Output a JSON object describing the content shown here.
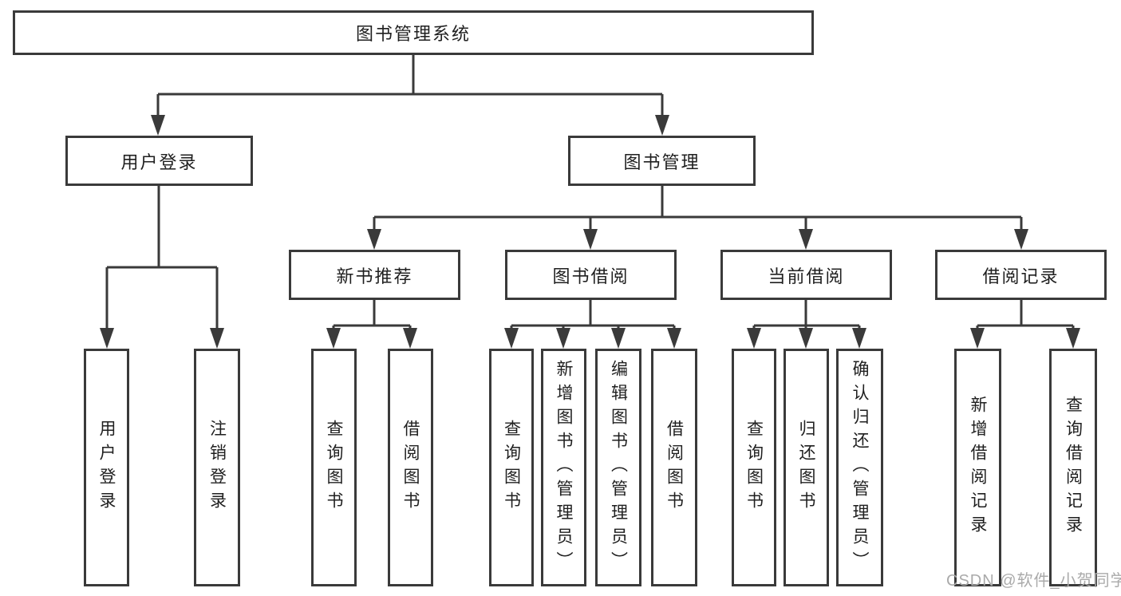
{
  "diagram_type": "hierarchy-tree",
  "colors": {
    "line": "#3a3a3a",
    "box_border": "#3a3a3a",
    "text": "#1f1f1f",
    "background": "#ffffff",
    "watermark": "#aaaaaa"
  },
  "tree": {
    "label": "图书管理系统",
    "children": [
      {
        "label": "用户登录",
        "children": [
          {
            "label": "用户登录"
          },
          {
            "label": "注销登录"
          }
        ]
      },
      {
        "label": "图书管理",
        "children": [
          {
            "label": "新书推荐",
            "children": [
              {
                "label": "查询图书"
              },
              {
                "label": "借阅图书"
              }
            ]
          },
          {
            "label": "图书借阅",
            "children": [
              {
                "label": "查询图书"
              },
              {
                "label": "新增图书（管理员）"
              },
              {
                "label": "编辑图书（管理员）"
              },
              {
                "label": "借阅图书"
              }
            ]
          },
          {
            "label": "当前借阅",
            "children": [
              {
                "label": "查询图书"
              },
              {
                "label": "归还图书"
              },
              {
                "label": "确认归还（管理员）"
              }
            ]
          },
          {
            "label": "借阅记录",
            "children": [
              {
                "label": "新增借阅记录"
              },
              {
                "label": "查询借阅记录"
              }
            ]
          }
        ]
      }
    ]
  },
  "watermark": {
    "text": "CSDN @软件_小贺同学"
  }
}
